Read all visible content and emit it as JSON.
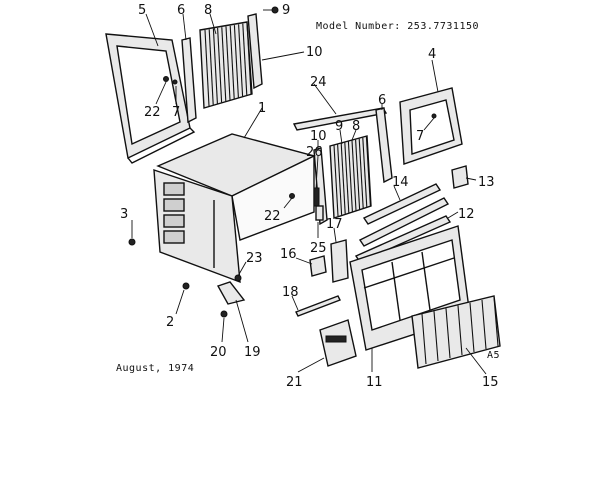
{
  "header": {
    "model_number": "Model Number: 253.7731150"
  },
  "footer": {
    "date": "August, 1974",
    "assembly_note": "A5"
  },
  "callouts": {
    "c1": "1",
    "c2": "2",
    "c3": "3",
    "c4": "4",
    "c5": "5",
    "c6a": "6",
    "c6b": "6",
    "c7a": "7",
    "c7b": "7",
    "c8a": "8",
    "c8b": "8",
    "c9a": "9",
    "c9b": "9",
    "c10a": "10",
    "c10b": "10",
    "c11": "11",
    "c12": "12",
    "c13": "13",
    "c14": "14",
    "c15": "15",
    "c16": "16",
    "c17": "17",
    "c18": "18",
    "c19": "19",
    "c20": "20",
    "c21": "21",
    "c22a": "22",
    "c22b": "22",
    "c23": "23",
    "c24": "24",
    "c25": "25",
    "c26": "26"
  }
}
